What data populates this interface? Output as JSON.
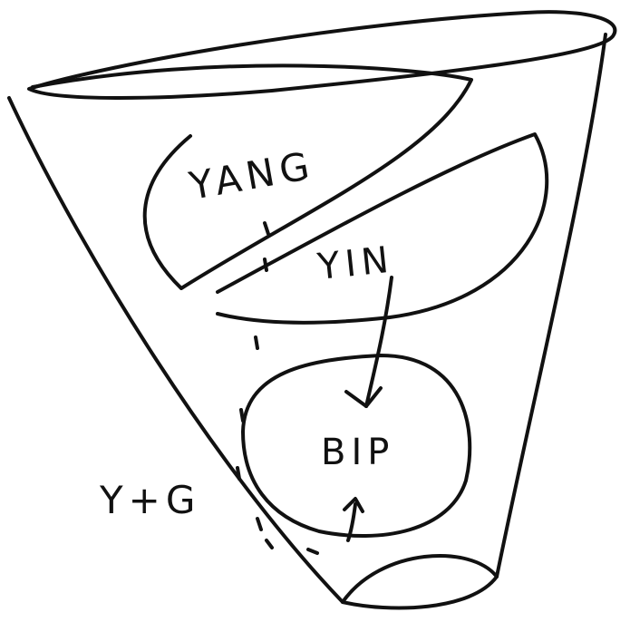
{
  "labels": {
    "yang": "YANG",
    "yin": "YIN",
    "bip": "BIP",
    "y_plus_g": "Y+G"
  },
  "ink_color": "#111111",
  "background_color": "#ffffff"
}
